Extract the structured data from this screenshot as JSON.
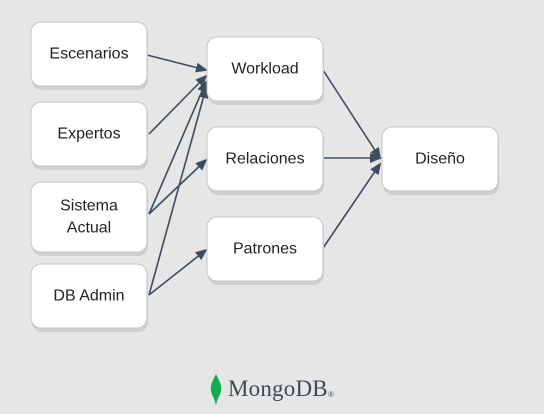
{
  "diagram": {
    "nodes": [
      {
        "id": "escenarios",
        "lines": [
          "Escenarios"
        ]
      },
      {
        "id": "expertos",
        "lines": [
          "Expertos"
        ]
      },
      {
        "id": "sistema-actual",
        "lines": [
          "Sistema",
          "Actual"
        ]
      },
      {
        "id": "db-admin",
        "lines": [
          "DB Admin"
        ]
      },
      {
        "id": "workload",
        "lines": [
          "Workload"
        ]
      },
      {
        "id": "relaciones",
        "lines": [
          "Relaciones"
        ]
      },
      {
        "id": "patrones",
        "lines": [
          "Patrones"
        ]
      },
      {
        "id": "diseno",
        "lines": [
          "Diseño"
        ]
      }
    ],
    "edges": [
      {
        "from": "escenarios",
        "to": "workload"
      },
      {
        "from": "expertos",
        "to": "workload"
      },
      {
        "from": "sistema-actual",
        "to": "workload"
      },
      {
        "from": "sistema-actual",
        "to": "relaciones"
      },
      {
        "from": "db-admin",
        "to": "workload"
      },
      {
        "from": "db-admin",
        "to": "patrones"
      },
      {
        "from": "workload",
        "to": "diseno"
      },
      {
        "from": "relaciones",
        "to": "diseno"
      },
      {
        "from": "patrones",
        "to": "diseno"
      }
    ]
  },
  "logo": {
    "text": "MongoDB",
    "mark": "®",
    "icon": "leaf-icon",
    "leaf_color": "#13aa52"
  }
}
